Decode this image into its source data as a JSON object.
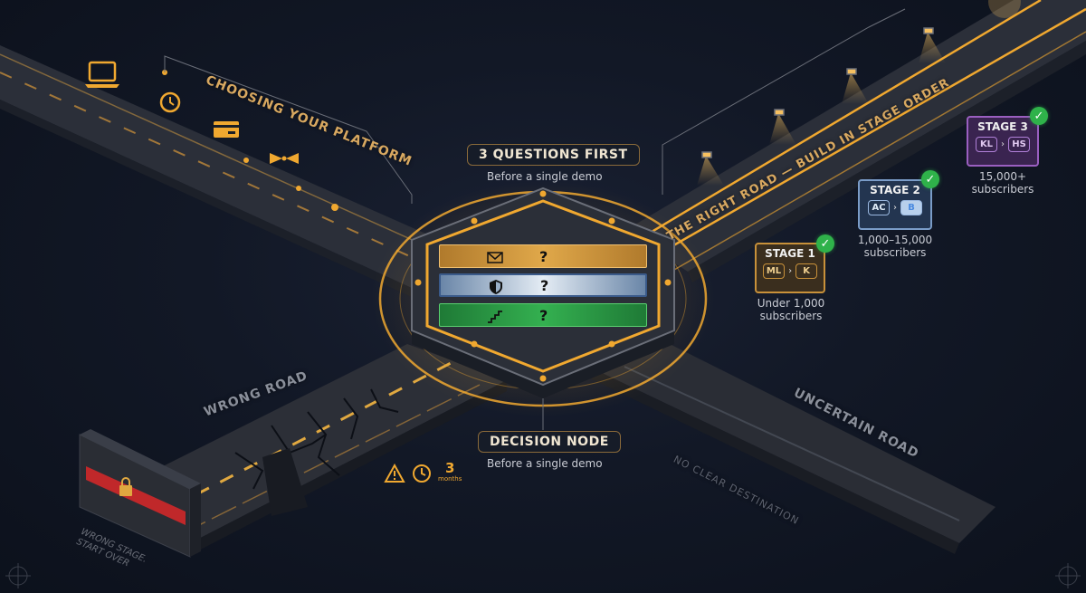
{
  "title_left_road": "CHOOSING YOUR PLATFORM",
  "title_right_road": "THE RIGHT ROAD — BUILD IN STAGE ORDER",
  "left_road_icons": [
    "laptop-icon",
    "clock-icon",
    "credit-card-icon",
    "bowtie-connector-icon"
  ],
  "center": {
    "top_heading": "3 QUESTIONS FIRST",
    "top_sub": "Before a single demo",
    "bottom_heading": "DECISION NODE",
    "bottom_sub": "Before a single demo",
    "questions": [
      {
        "icon": "envelope-icon",
        "mark": "?",
        "color": "#d89a3a"
      },
      {
        "icon": "shield-icon",
        "mark": "?",
        "color": "#c8d6e6"
      },
      {
        "icon": "stairs-icon",
        "mark": "?",
        "color": "#2e9a4a"
      }
    ]
  },
  "stages": [
    {
      "title": "STAGE 1",
      "from": "ML",
      "to": "K",
      "subtitle_line1": "Under 1,000",
      "subtitle_line2": "subscribers",
      "color": "#c8913a"
    },
    {
      "title": "STAGE 2",
      "from": "AC",
      "to": "B",
      "subtitle_line1": "1,000–15,000",
      "subtitle_line2": "subscribers",
      "color": "#7a9cc8"
    },
    {
      "title": "STAGE 3",
      "from": "KL",
      "to": "HS",
      "subtitle_line1": "15,000+",
      "subtitle_line2": "subscribers",
      "color": "#9a5fc0"
    }
  ],
  "wrong_road": {
    "label": "WRONG ROAD",
    "time_value": "3",
    "time_unit": "months",
    "barrier_label_line1": "WRONG STAGE.",
    "barrier_label_line2": "START OVER"
  },
  "uncertain_road": {
    "label": "UNCERTAIN ROAD",
    "sub_label": "NO CLEAR DESTINATION"
  },
  "colors": {
    "accent": "#f0a830",
    "background": "#121826",
    "road": "#2a2e38",
    "success": "#2fb24a",
    "danger": "#c0282a"
  }
}
